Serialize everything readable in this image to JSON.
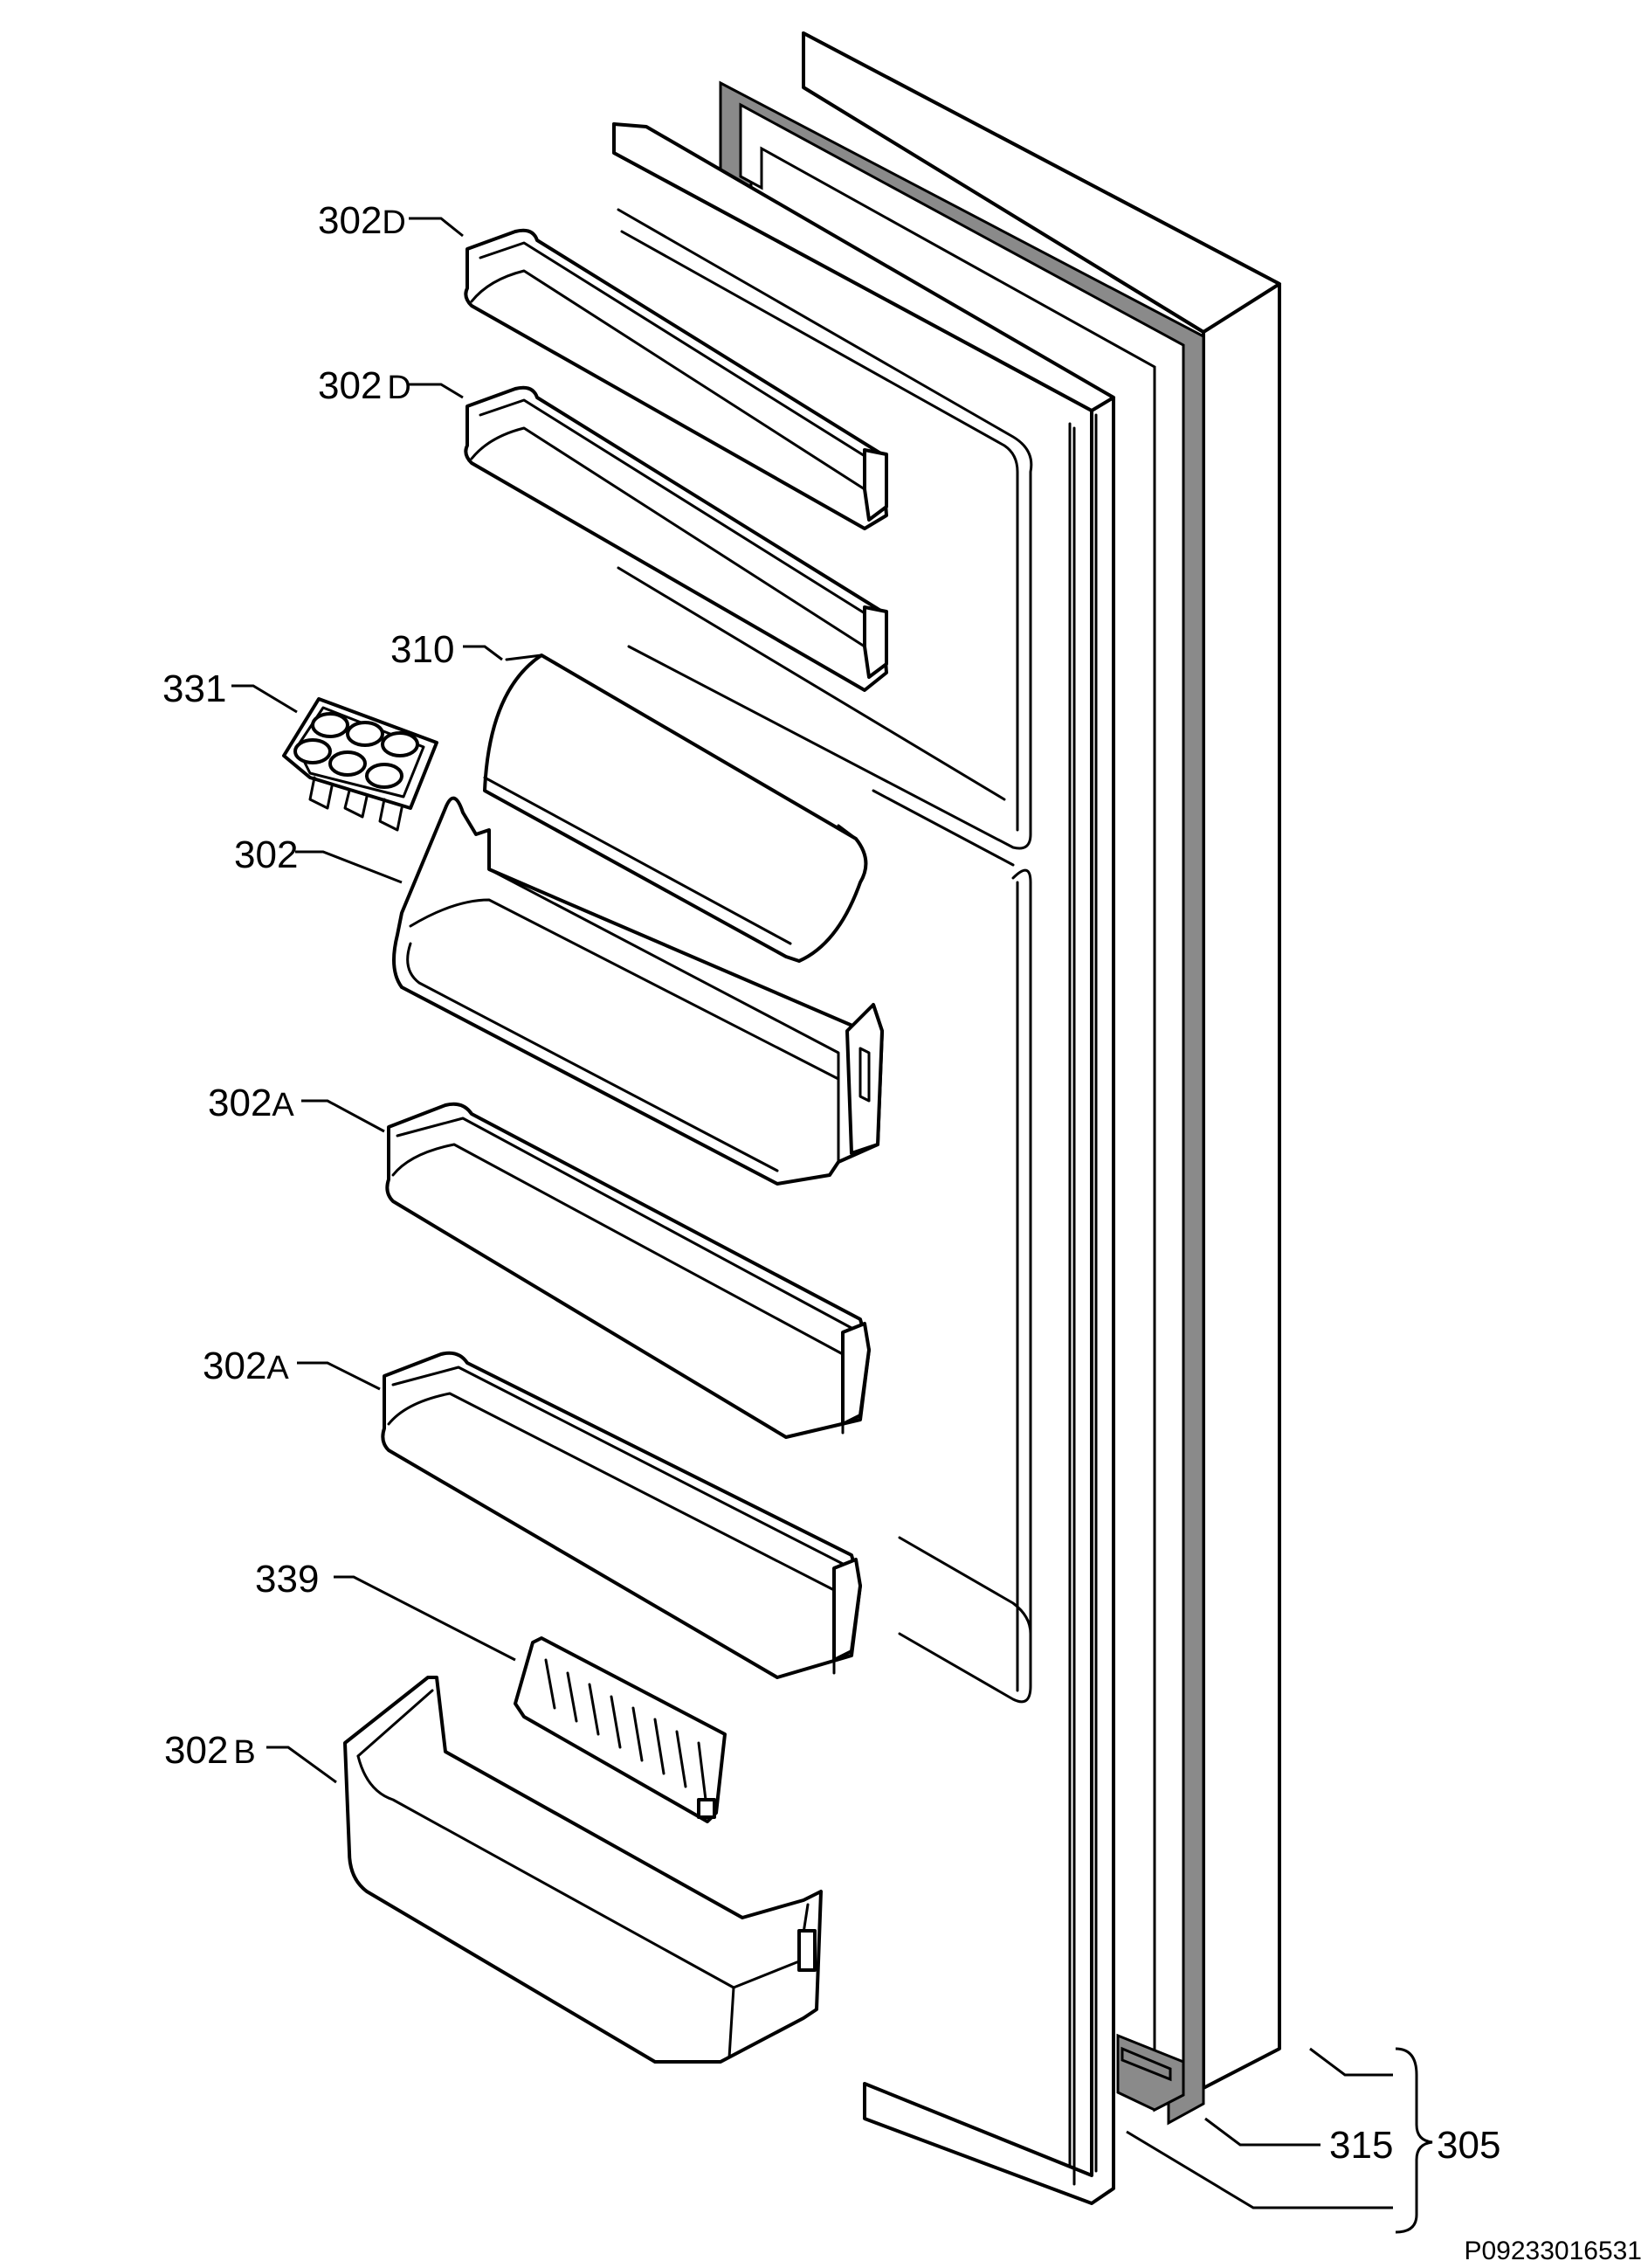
{
  "diagram": {
    "callouts": [
      {
        "id": "302D-top",
        "number": "302",
        "suffix": "D"
      },
      {
        "id": "302D-second",
        "number": "302",
        "suffix": "D"
      },
      {
        "id": "310",
        "number": "310",
        "suffix": ""
      },
      {
        "id": "331",
        "number": "331",
        "suffix": ""
      },
      {
        "id": "302",
        "number": "302",
        "suffix": ""
      },
      {
        "id": "302A-upper",
        "number": "302",
        "suffix": "A"
      },
      {
        "id": "302A-lower",
        "number": "302",
        "suffix": "A"
      },
      {
        "id": "339",
        "number": "339",
        "suffix": ""
      },
      {
        "id": "302B",
        "number": "302",
        "suffix": "B"
      },
      {
        "id": "315",
        "number": "315",
        "suffix": ""
      },
      {
        "id": "305",
        "number": "305",
        "suffix": ""
      }
    ],
    "reference_code": "P09233016531"
  }
}
